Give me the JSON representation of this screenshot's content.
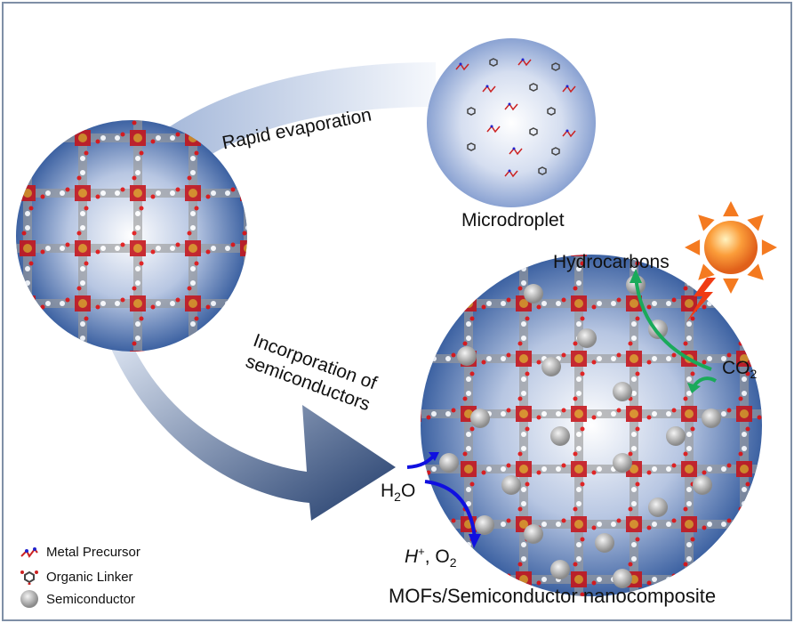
{
  "labels": {
    "rapid_evaporation": "Rapid evaporation",
    "microdroplet": "Microdroplet",
    "incorporation_line1": "Incorporation of",
    "incorporation_line2": "semiconductors",
    "hydrocarbons": "Hydrocarbons",
    "co2_main": "CO",
    "co2_sub": "2",
    "h2o_h": "H",
    "h2o_sub": "2",
    "h2o_o": "O",
    "hplus_h": "H",
    "hplus_sup": "+",
    "o2_main": ", O",
    "o2_sub": "2",
    "title": "MOFs/Semiconductor nanocomposite"
  },
  "legend": [
    {
      "label": "Metal Precursor",
      "icon": "metal-precursor-icon"
    },
    {
      "label": "Organic Linker",
      "icon": "organic-linker-icon"
    },
    {
      "label": "Semiconductor",
      "icon": "semiconductor-sphere-icon"
    }
  ],
  "colors": {
    "frame": "#7f8fa6",
    "arrow_dark": "#2d4a7a",
    "arrow_light": "#c5d3ea",
    "mof_red": "#d7191c",
    "sun": "#f47a20",
    "bolt": "#f03c14",
    "green_arrow": "#1aaa5a",
    "blue_arrow": "#1010e0"
  }
}
